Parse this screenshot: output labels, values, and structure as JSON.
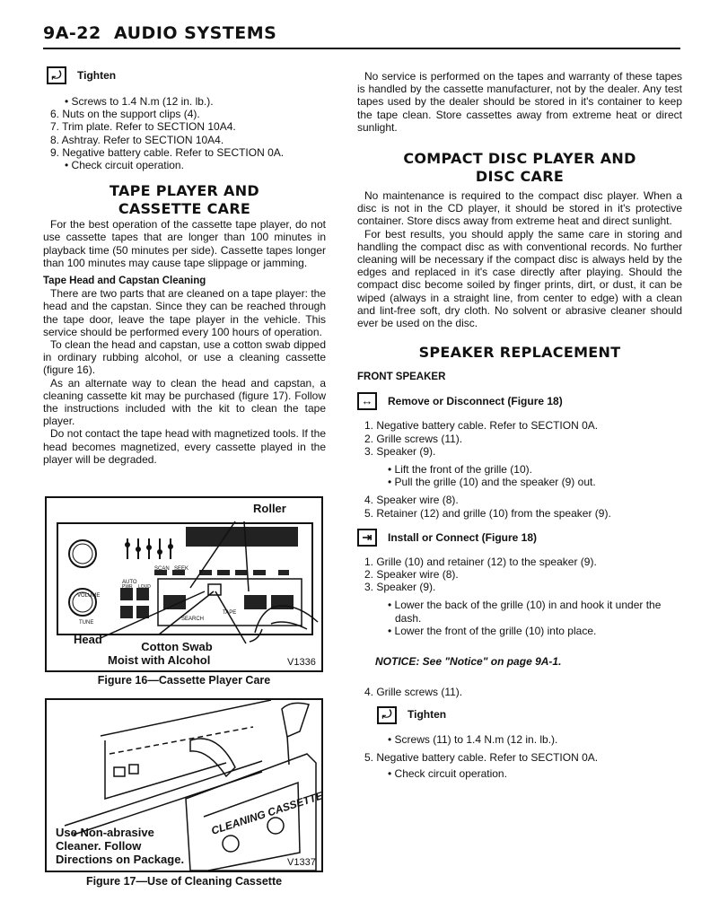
{
  "header": {
    "page": "9A-22",
    "title": "AUDIO SYSTEMS"
  },
  "left": {
    "tighten_label": "Tighten",
    "tighten_bullet": "• Screws to 1.4 N.m (12 in. lb.).",
    "items": [
      "6. Nuts on the support clips (4).",
      "7. Trim plate. Refer to SECTION 10A4.",
      "8. Ashtray. Refer to SECTION 10A4.",
      "9. Negative battery cable. Refer to SECTION 0A."
    ],
    "item9_bullet": "• Check circuit operation.",
    "heading_line1": "TAPE PLAYER AND",
    "heading_line2": "CASSETTE CARE",
    "para1": "For the best operation of the cassette tape player, do not use cassette tapes that are longer than 100 minutes in playback time (50 minutes per side). Cassette tapes longer than 100 minutes may cause tape slippage or jamming.",
    "subheading": "Tape Head and Capstan Cleaning",
    "para2": "There are two parts that are cleaned on a tape player: the head and the capstan. Since they can be reached through the tape door, leave the tape player in the vehicle. This service should be performed every 100 hours of operation.",
    "para3": "To clean the head and capstan, use a cotton swab dipped in ordinary rubbing alcohol, or use a cleaning cassette (figure 16).",
    "para4": "As an alternate way to clean the head and capstan, a cleaning cassette kit may be purchased (figure 17). Follow the instructions included with the kit to clean the tape player.",
    "para5": "Do not contact the tape head with magnetized tools. If the head becomes magnetized, every cassette played in the player will be degraded."
  },
  "figure16": {
    "roller": "Roller",
    "head": "Head",
    "swab_line1": "Cotton Swab",
    "swab_line2": "Moist with Alcohol",
    "code": "V1336",
    "caption": "Figure 16—Cassette Player Care",
    "panel": {
      "volume": "VOLUME",
      "tune": "TUNE",
      "auto": "AUTO",
      "pwr": "PWR",
      "loud": "LOUD",
      "scan": "SCAN",
      "seek": "SEEK",
      "search": "SEARCH",
      "tape": "TAPE"
    }
  },
  "figure17": {
    "note_line1": "Use Non-abrasive",
    "note_line2": "Cleaner. Follow",
    "note_line3": "Directions on Package.",
    "cassette_label": "CLEANING CASSETTE",
    "code": "V1337",
    "caption": "Figure 17—Use of Cleaning Cassette"
  },
  "right": {
    "para1": "No service is performed on the tapes and warranty of these tapes is handled by the cassette manufacturer, not by the dealer. Any test tapes used by the dealer should be stored in it's container to keep the tape clean. Store cassettes away from extreme heat or direct sunlight.",
    "cd_heading_line1": "COMPACT DISC PLAYER AND",
    "cd_heading_line2": "DISC CARE",
    "cd_para1": "No maintenance is required to the compact disc player. When a disc is not in the CD player, it should be stored in it's protective container. Store discs away from extreme heat and direct sunlight.",
    "cd_para2": "For best results, you should apply the same care in storing and handling the compact disc as with conventional records. No further cleaning will be necessary if the compact disc is always held by the edges and replaced in it's case directly after playing. Should the compact disc become soiled by finger prints, dirt, or dust, it can be wiped (always in a straight line, from center to edge) with a clean and lint-free soft, dry cloth. No solvent or abrasive cleaner should ever be used on the disc.",
    "speaker_heading": "SPEAKER REPLACEMENT",
    "front_speaker": "FRONT SPEAKER",
    "remove_label": "Remove or Disconnect (Figure 18)",
    "remove_items": [
      "1. Negative battery cable. Refer to SECTION 0A.",
      "2. Grille screws (11).",
      "3. Speaker (9)."
    ],
    "remove_bullets": [
      "• Lift the front of the grille (10).",
      "• Pull the grille (10) and the speaker (9) out."
    ],
    "remove_items2": [
      "4. Speaker wire (8).",
      "5. Retainer (12) and grille (10) from the speaker (9)."
    ],
    "install_label": "Install or Connect (Figure 18)",
    "install_items": [
      "1. Grille (10) and retainer (12) to the speaker (9).",
      "2. Speaker wire (8).",
      "3. Speaker (9)."
    ],
    "install_bullets": [
      "• Lower the back of the grille (10) in and hook it under the dash.",
      "• Lower the front of the grille (10) into place."
    ],
    "notice": "NOTICE: See \"Notice\" on page 9A-1.",
    "item4": "4. Grille screws (11).",
    "tighten_label": "Tighten",
    "tighten_bullet": "• Screws (11) to 1.4 N.m (12 in. lb.).",
    "item5": "5. Negative battery cable. Refer to SECTION 0A.",
    "item5_bullet": "• Check circuit operation."
  }
}
